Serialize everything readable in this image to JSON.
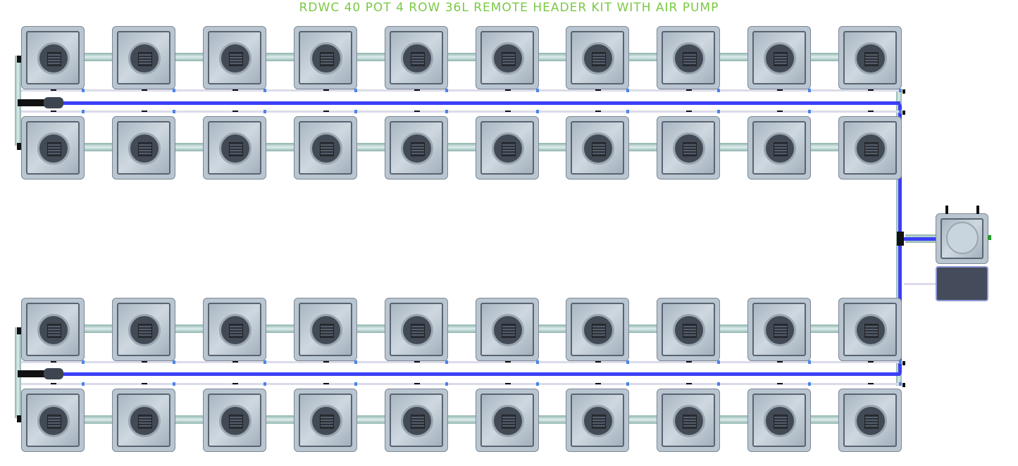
{
  "title": "RDWC 40 POT 4 ROW 36L REMOTE HEADER KIT WITH AIR PUMP",
  "layout": {
    "rows": 4,
    "pots_per_row": 10
  },
  "colors": {
    "title": "#7ac943",
    "air_line": "#3b3ff5",
    "pot": "#b9c6d1",
    "pump": "#444b5a"
  }
}
